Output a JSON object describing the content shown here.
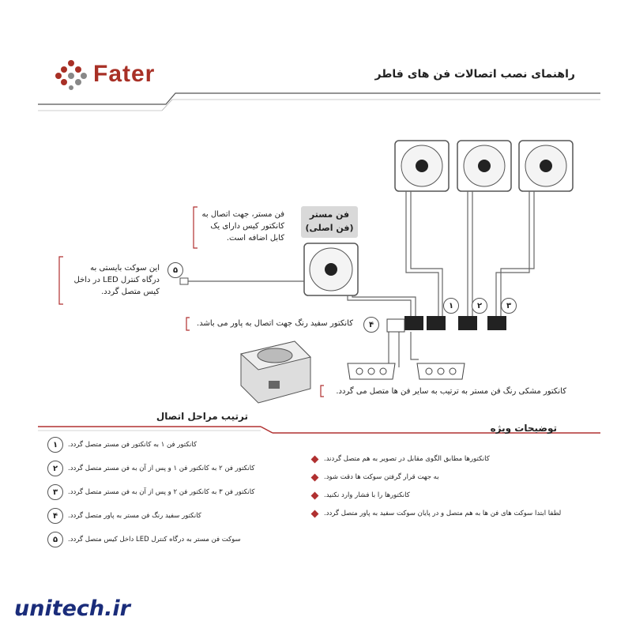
{
  "brand": {
    "name": "Fater",
    "color": "#a83026"
  },
  "header": {
    "title": "راهنمای نصب اتصالات فن های فاطر"
  },
  "diagram": {
    "master_label": "فن مستر",
    "master_sub": "(فن اصلی)",
    "master_note": [
      "فن مستر، جهت اتصال به",
      "کانکتور کیس دارای یک",
      "کابل اضافه است."
    ],
    "socket_note": [
      "این سوکت بایستی به",
      "درگاه کنترل LED در داخل",
      "کیس متصل گردد."
    ],
    "white_connector_note": "کانکتور سفید رنگ جهت اتصال به پاور می باشد.",
    "black_connector_note": "کانکتور مشکی رنگ فن مستر به ترتیب به سایر فن ها متصل می گردد.",
    "connector_numbers": [
      "۱",
      "۲",
      "۳"
    ],
    "callout_4": "۴",
    "callout_5": "۵"
  },
  "steps": {
    "title": "ترتیب مراحل اتصال",
    "items": [
      {
        "num": "۱",
        "text": "کانکتور فن ۱ به کانکتور فن مستر متصل گردد."
      },
      {
        "num": "۲",
        "text": "کانکتور فن ۲ به کانکتور فن ۱ و پس از آن به فن مستر متصل گردد."
      },
      {
        "num": "۳",
        "text": "کانکتور فن ۳ به کانکتور فن ۲ و پس از آن به فن مستر متصل گردد."
      },
      {
        "num": "۴",
        "text": "کانکتور سفید رنگ فن مستر به پاور متصل گردد."
      },
      {
        "num": "۵",
        "text": "سوکت فن مستر به درگاه کنترل LED داخل کیس متصل گردد."
      }
    ]
  },
  "notes": {
    "title": "توضیحات ویژه",
    "items": [
      "کانکتورها مطابق الگوی مقابل در تصویر به هم متصل گردند.",
      "به جهت قرار گرفتن سوکت ها دقت شود.",
      "کانکتورها را با فشار وارد نکنید.",
      "لطفا ابتدا سوکت های فن ها به هم متصل و در پایان سوکت سفید به پاور متصل گردد."
    ]
  },
  "footer": {
    "site": "unitech.ir"
  },
  "colors": {
    "accent": "#b03030",
    "navy": "#1a2c7a"
  }
}
